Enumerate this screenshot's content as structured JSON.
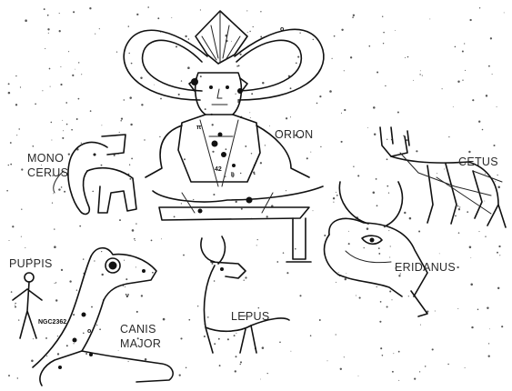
{
  "labels": {
    "orion": "ORION",
    "monoceros_line1": "MONO",
    "monoceros_line2": "CERUS",
    "cetus": "CETUS",
    "eridanus": "ERIDANUS",
    "puppis": "PUPPIS",
    "lepus": "LEPUS",
    "canis_line1": "CANIS",
    "canis_line2": "MAJOR",
    "ngc": "NGC2362"
  }
}
